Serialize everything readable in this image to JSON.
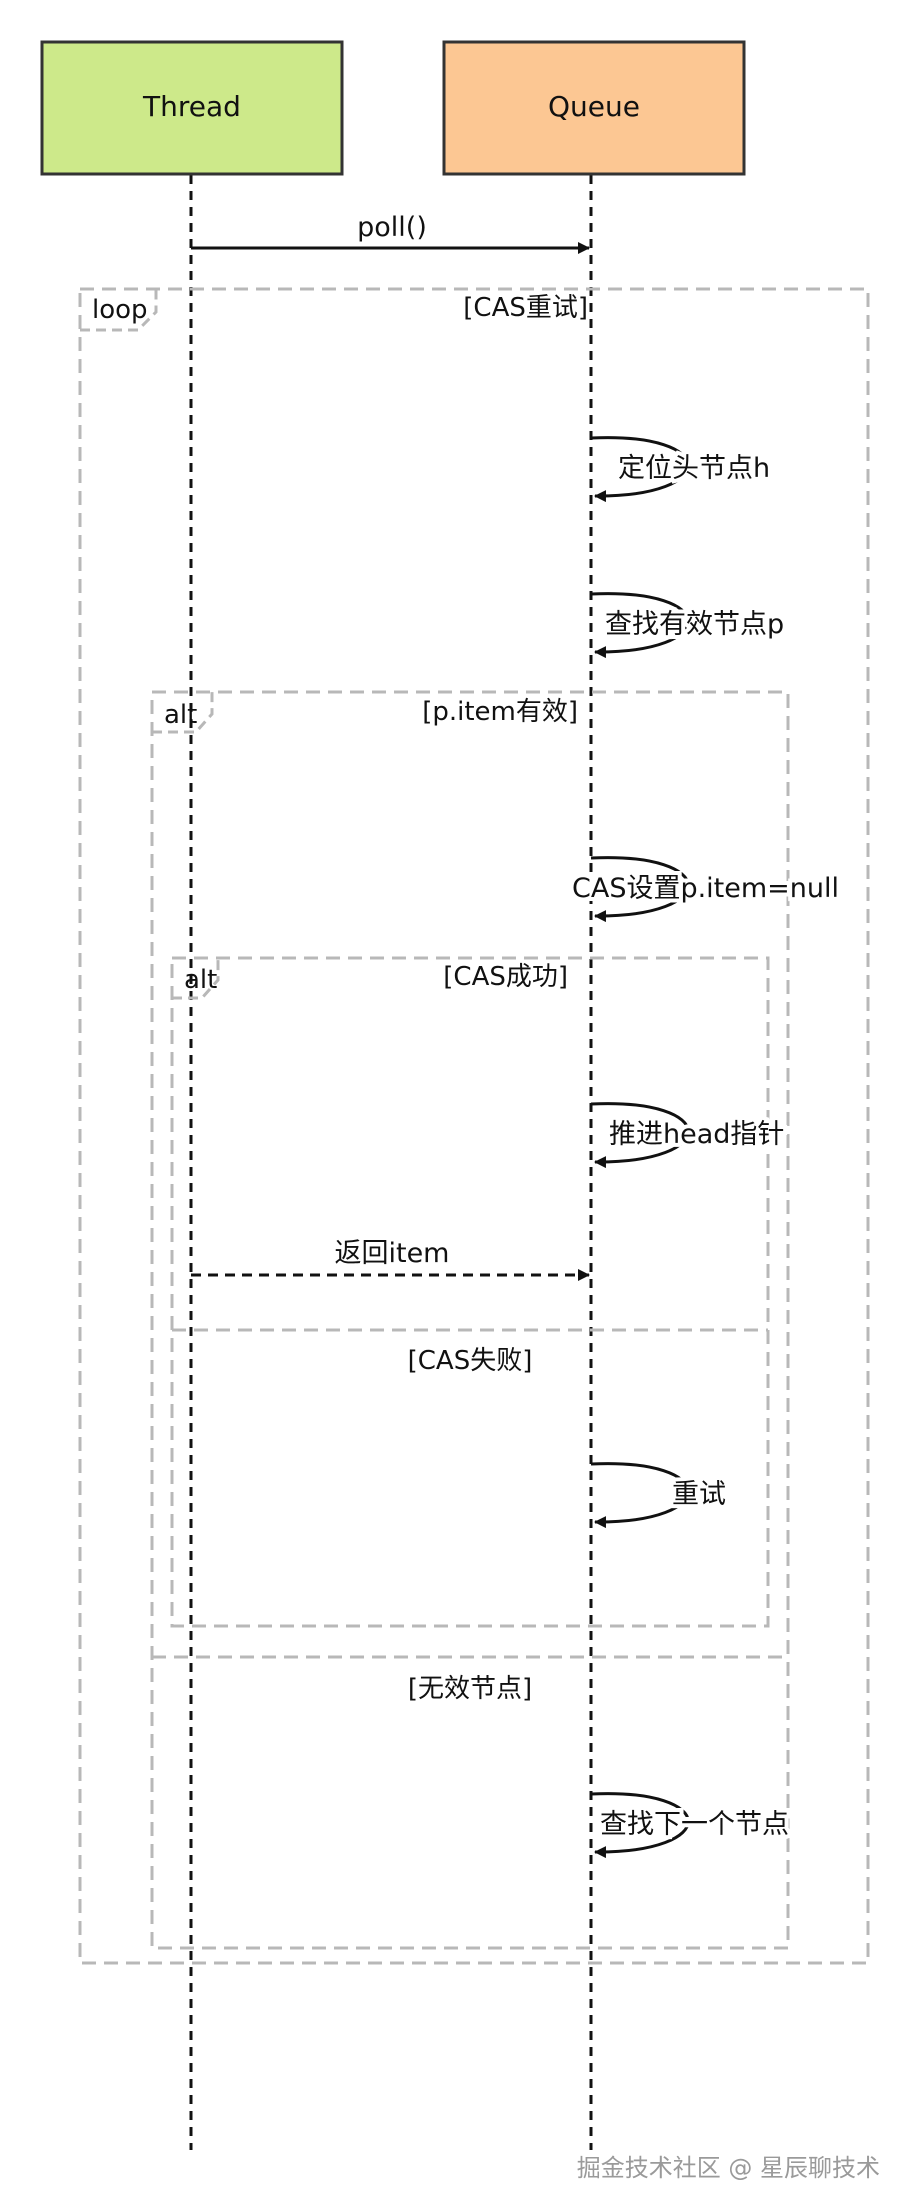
{
  "participants": {
    "thread": {
      "label": "Thread",
      "fill": "#cde98a"
    },
    "queue": {
      "label": "Queue",
      "fill": "#fcc793"
    }
  },
  "frames": {
    "loop": {
      "operator": "loop",
      "guard": "[CAS重试]"
    },
    "alt_item": {
      "operator": "alt",
      "guard": "[p.item有效]",
      "else_guard": "[无效节点]"
    },
    "alt_cas": {
      "operator": "alt",
      "guard": "[CAS成功]",
      "else_guard": "[CAS失败]"
    }
  },
  "messages": {
    "poll": "poll()",
    "locate_head": "定位头节点h",
    "find_valid": "查找有效节点p",
    "cas_set": "CAS设置p.item=null",
    "advance_head": "推进head指针",
    "return_item": "返回item",
    "retry": "重试",
    "find_next": "查找下一个节点"
  },
  "watermark": "掘金技术社区 @ 星辰聊技术",
  "colors": {
    "line": "#111111",
    "frame_border": "#b8b8b8",
    "watermark": "#9a9a9a"
  }
}
